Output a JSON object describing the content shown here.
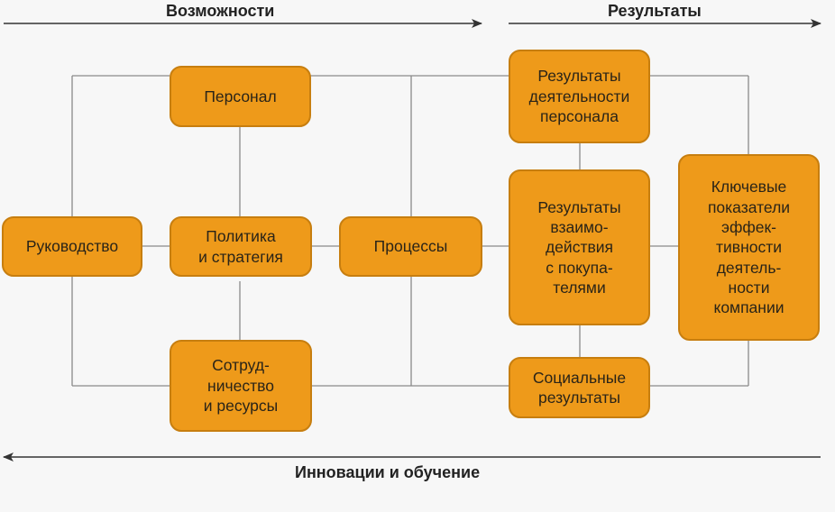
{
  "headers": {
    "capabilities": "Возможности",
    "results": "Результаты",
    "innovation": "Инновации и обучение"
  },
  "boxes": {
    "leadership": "Руководство",
    "personnel": "Персонал",
    "policy": "Политика\nи стратегия",
    "partnership": "Сотруд-\nничество\nи ресурсы",
    "processes": "Процессы",
    "personnel_results": "Результаты\nдеятельности\nперсонала",
    "customer_results": "Результаты\nвзаимо-\nдействия\nс покупа-\nтелями",
    "social_results": "Социальные\nрезультаты",
    "kpi": "Ключевые\nпоказатели\nэффек-\nтивности\nдеятель-\nности\nкомпании"
  },
  "colors": {
    "box_fill": "#ee9a1a",
    "box_border": "#c77e0f",
    "line": "#8a8a8a",
    "arrow": "#333333"
  }
}
